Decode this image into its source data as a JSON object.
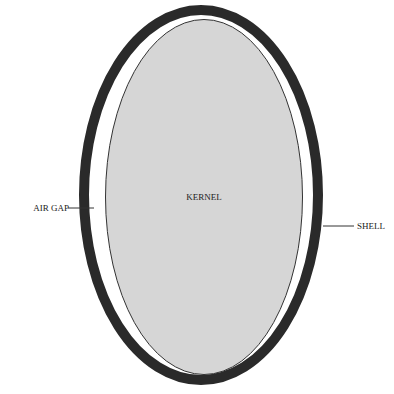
{
  "diagram": {
    "nodes": [
      {
        "text": [
          "KERNEL"
        ]
      }
    ],
    "labels": [
      "AIR GAP",
      "SHELL"
    ]
  }
}
